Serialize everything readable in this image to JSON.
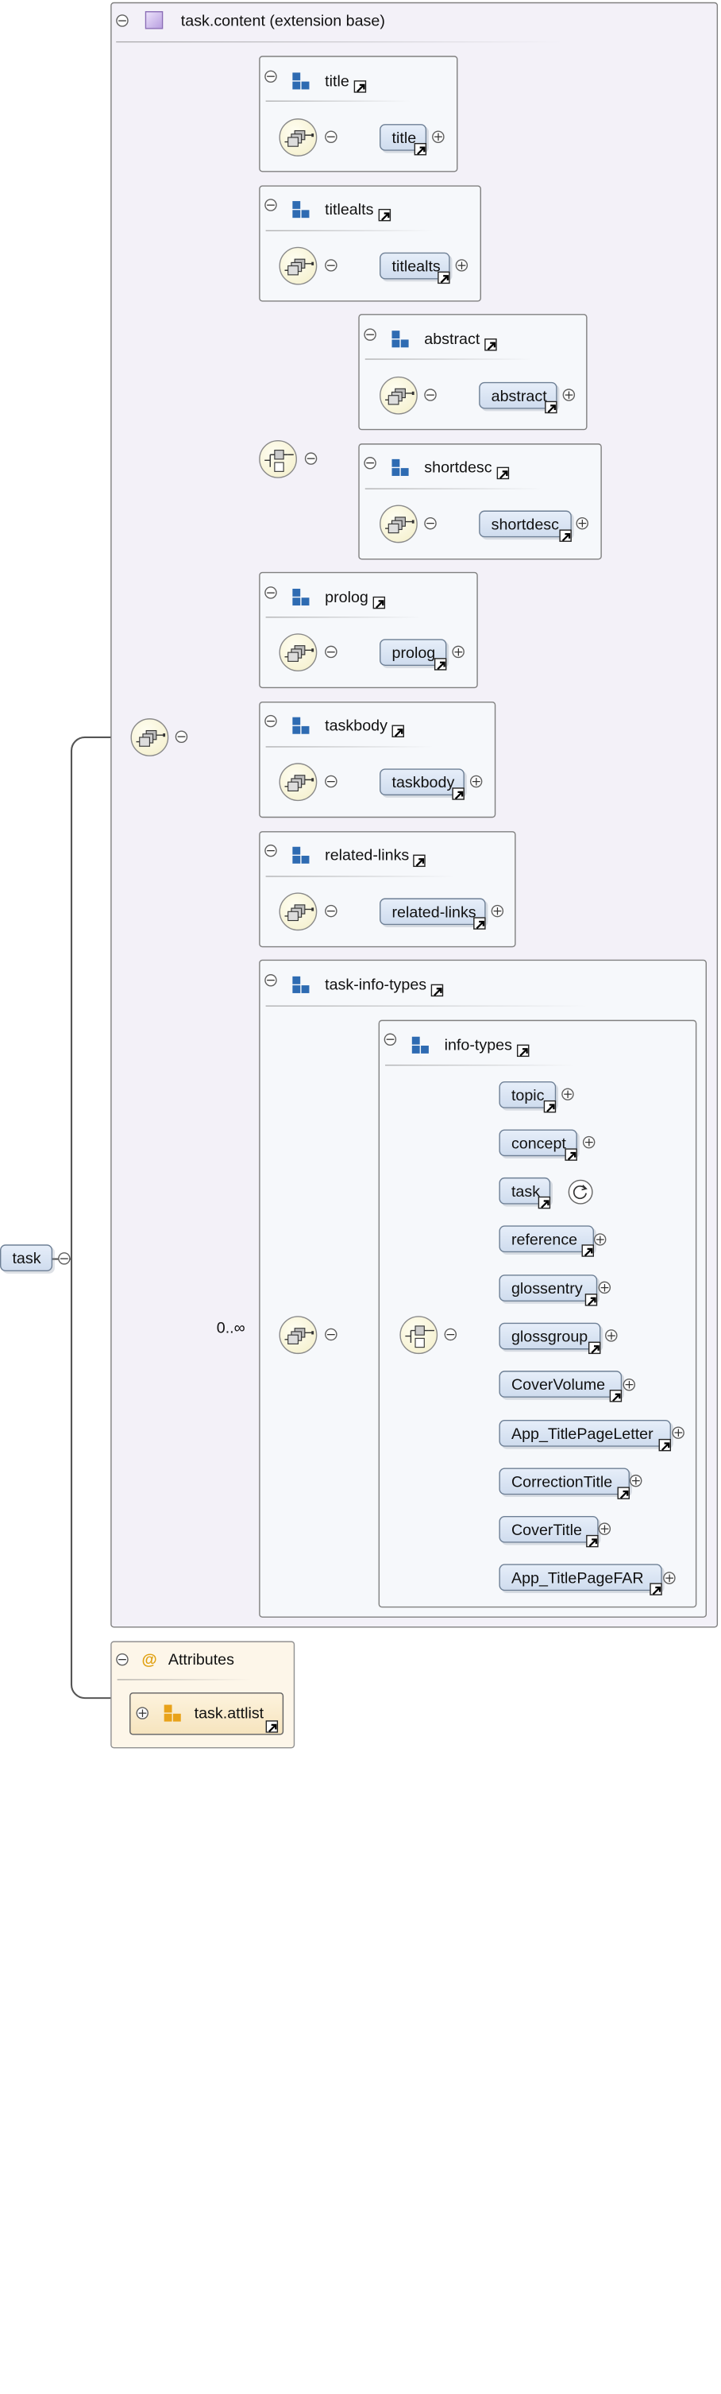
{
  "root": {
    "label": "task"
  },
  "extension": {
    "title": "task.content (extension base)"
  },
  "groups": {
    "title": {
      "title": "title",
      "element": "title"
    },
    "titlealts": {
      "title": "titlealts",
      "element": "titlealts"
    },
    "abstract": {
      "title": "abstract",
      "element": "abstract"
    },
    "shortdesc": {
      "title": "shortdesc",
      "element": "shortdesc"
    },
    "prolog": {
      "title": "prolog",
      "element": "prolog"
    },
    "taskbody": {
      "title": "taskbody",
      "element": "taskbody"
    },
    "related_links": {
      "title": "related-links",
      "element": "related-links"
    },
    "task_info_types": {
      "title": "task-info-types",
      "occurrence": "0..∞"
    },
    "info_types": {
      "title": "info-types"
    }
  },
  "info_elements": [
    "topic",
    "concept",
    "task",
    "reference",
    "glossentry",
    "glossgroup",
    "CoverVolume",
    "App_TitlePageLetter",
    "CorrectionTitle",
    "CoverTitle",
    "App_TitlePageFAR"
  ],
  "attributes": {
    "title": "Attributes",
    "attlist": "task.attlist"
  },
  "colors": {
    "base_box": "#f3f1f8",
    "group_icon": "#2e6bb2",
    "element_fill": "#d6e2f3",
    "compositor_fill": "#f8f4d8",
    "attributes_box": "#fdf6e9",
    "attribute_icon": "#e8a21a"
  }
}
